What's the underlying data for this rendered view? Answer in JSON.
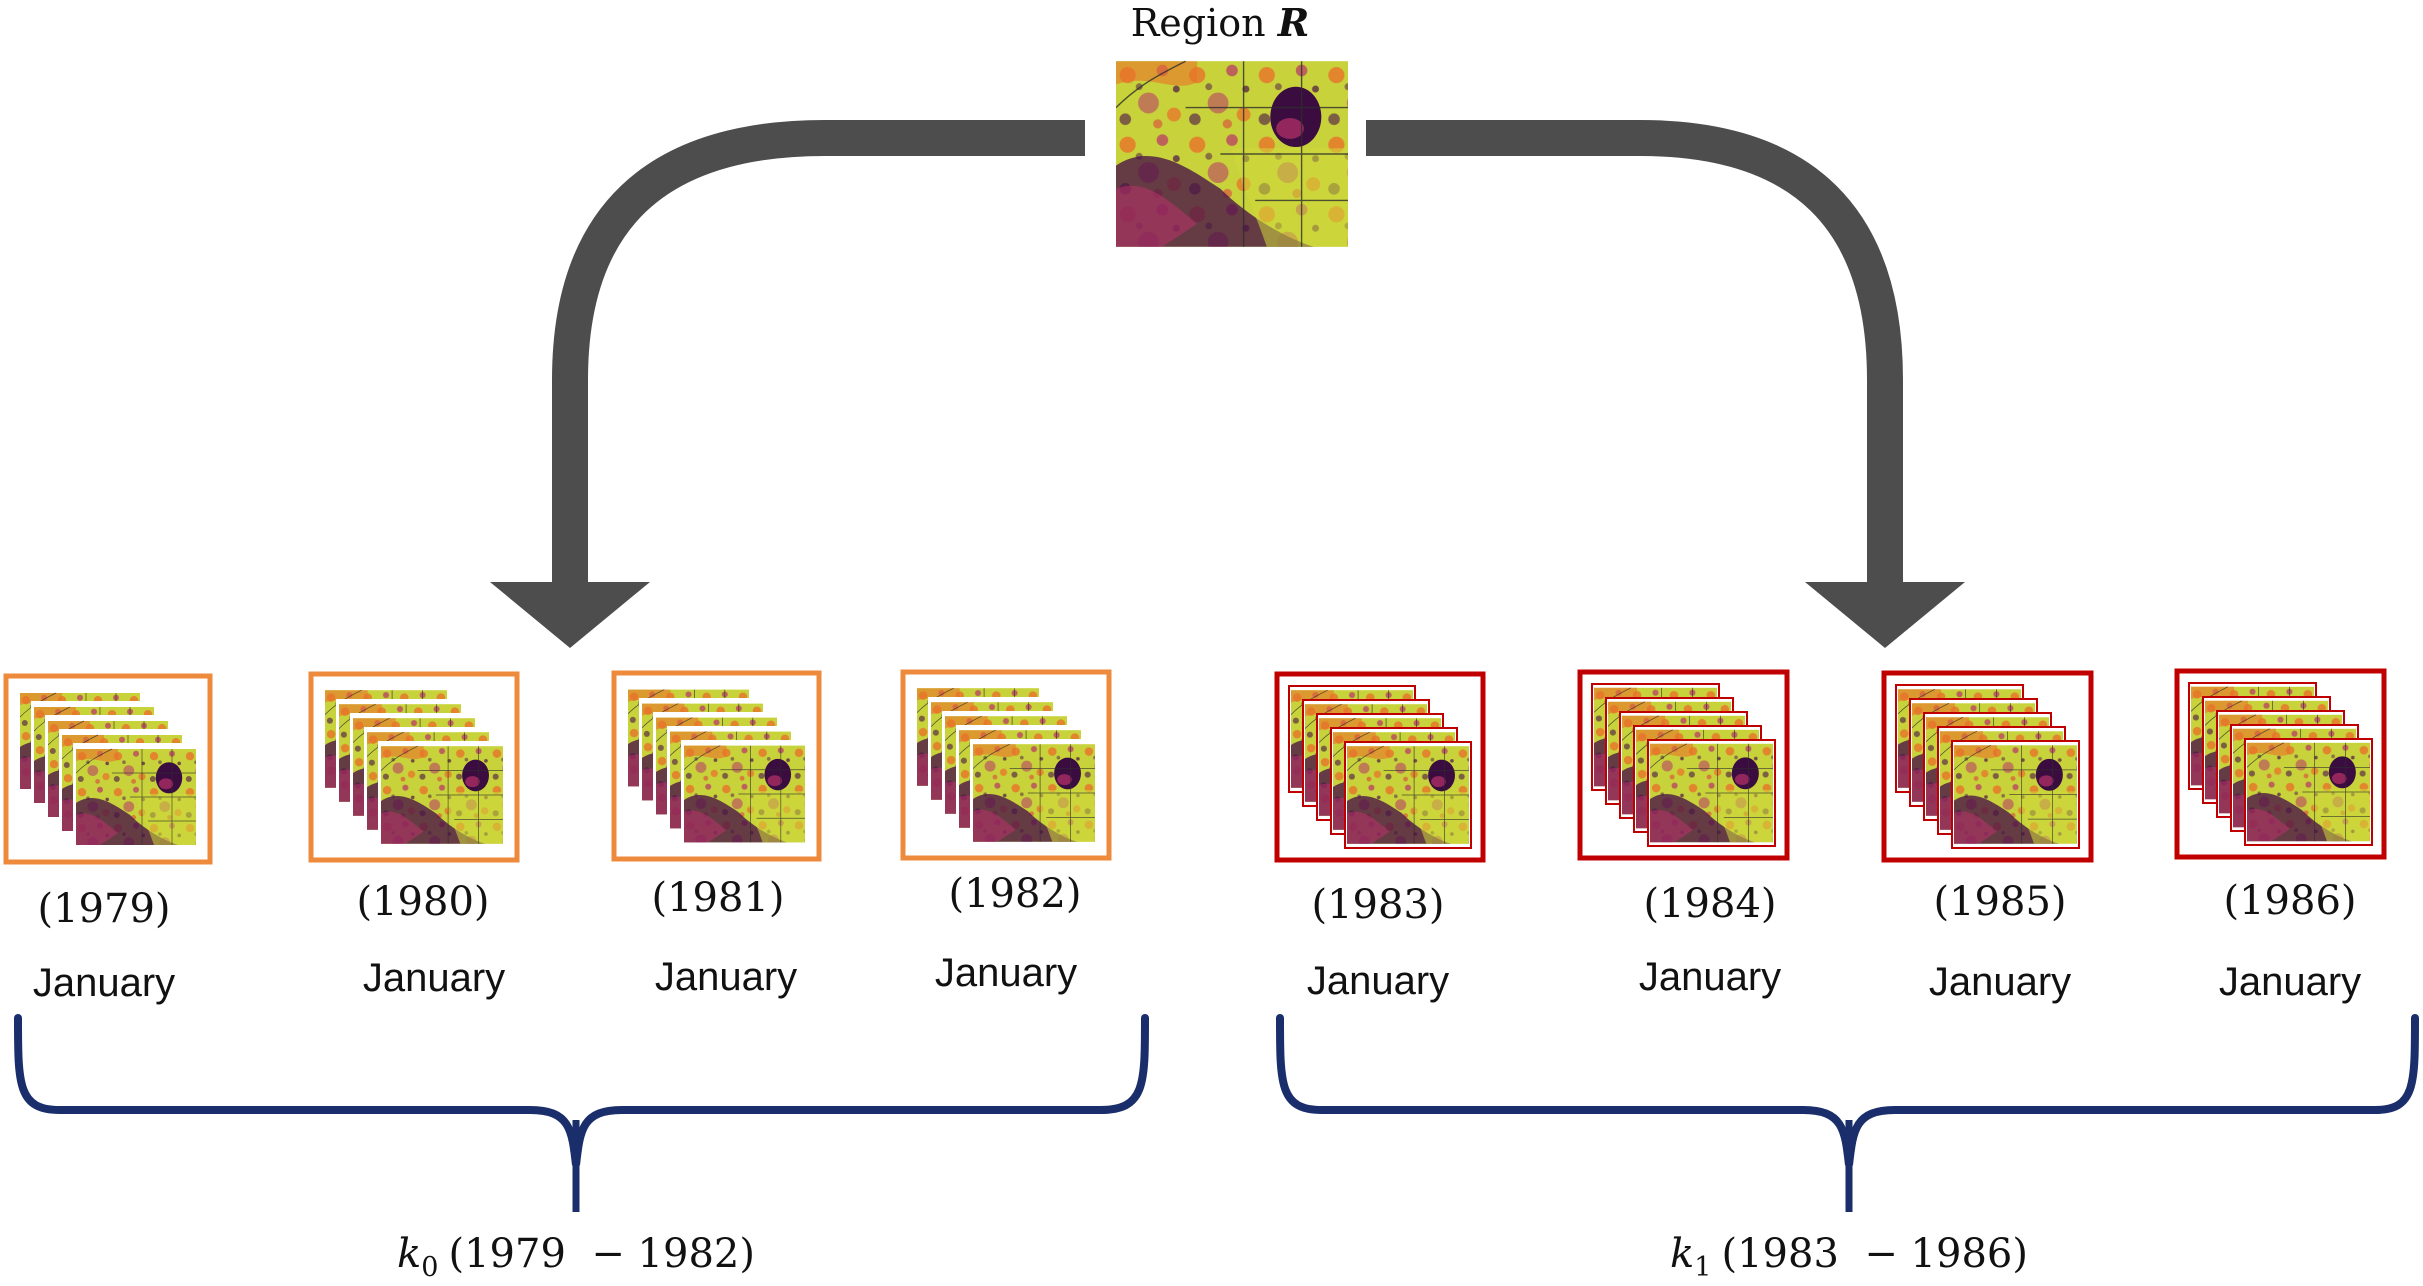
{
  "title": {
    "prefix": "Region ",
    "symbol": "R"
  },
  "colors": {
    "arrow": "#4d4d4d",
    "orange_frame": "#ed8a3c",
    "red_frame": "#c00000",
    "brace": "#1a2e6b",
    "map_base": "#c8d23a",
    "map_dark": "#4a1248",
    "map_mid": "#b8326a",
    "map_warm": "#e9732a"
  },
  "groups": [
    {
      "id": "k0",
      "frame_color": "orange",
      "label": {
        "sym": "k",
        "sub": "0",
        "range": "(1979  − 1982)"
      },
      "items": [
        {
          "year": "(1979)",
          "month": "January"
        },
        {
          "year": "(1980)",
          "month": "January"
        },
        {
          "year": "(1981)",
          "month": "January"
        },
        {
          "year": "(1982)",
          "month": "January"
        }
      ]
    },
    {
      "id": "k1",
      "frame_color": "red",
      "label": {
        "sym": "k",
        "sub": "1",
        "range": "(1983  − 1986)"
      },
      "items": [
        {
          "year": "(1983)",
          "month": "January"
        },
        {
          "year": "(1984)",
          "month": "January"
        },
        {
          "year": "(1985)",
          "month": "January"
        },
        {
          "year": "(1986)",
          "month": "January"
        }
      ]
    }
  ]
}
